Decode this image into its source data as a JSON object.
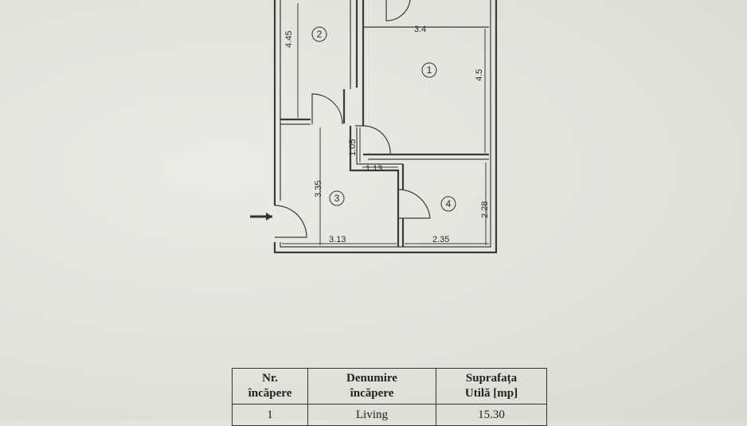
{
  "plan": {
    "dimensions": {
      "d_3_4": "3.4",
      "d_4_45": "4.45",
      "d_4_5": "4.5",
      "d_1_05": "1.05",
      "d_1_13": "1.13",
      "d_3_35": "3.35",
      "d_2_28": "2.28",
      "d_3_13": "3.13",
      "d_2_35": "2.35"
    },
    "rooms": {
      "r1": "1",
      "r2": "2",
      "r3": "3",
      "r4": "4"
    }
  },
  "table": {
    "headers": {
      "nr_line1": "Nr.",
      "nr_line2": "încăpere",
      "name_line1": "Denumire",
      "name_line2": "încăpere",
      "area_line1": "Suprafața",
      "area_line2": "Utilă [mp]"
    },
    "rows": [
      {
        "nr": "1",
        "name": "Living",
        "area": "15.30"
      }
    ]
  }
}
